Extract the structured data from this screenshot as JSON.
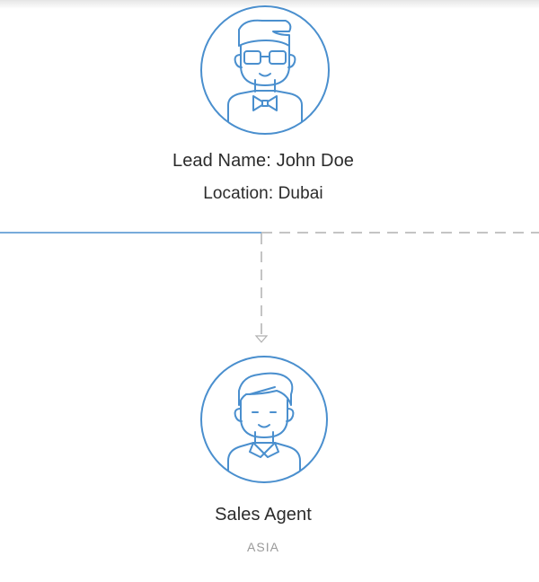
{
  "lead_node": {
    "name_line": "Lead Name: John Doe",
    "location_line": "Location: Dubai",
    "avatar_icon": "lead-person-with-glasses-and-bowtie-icon"
  },
  "agent_node": {
    "title": "Sales Agent",
    "region": "ASIA",
    "avatar_icon": "sales-agent-person-icon"
  },
  "colors": {
    "accent": "#4a8fce",
    "connector_dashed": "#b0b0b0",
    "text_primary": "#2b2b2b",
    "text_secondary": "#9a9a9a"
  }
}
